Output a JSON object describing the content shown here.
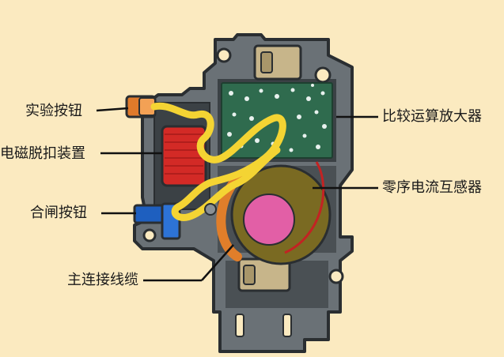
{
  "labels": {
    "test_button": "实验按钮",
    "em_release": "电磁脱扣装置",
    "close_button": "合闸按钮",
    "main_cable": "主连接线缆",
    "comparator_amp": "比较运算放大器",
    "zero_seq_ct": "零序电流互感器"
  },
  "colors": {
    "background": "#fbeac0",
    "housing": "#6a7176",
    "housing_outline": "#2a2e31",
    "housing_inner": "#3b4145",
    "pcb": "#2f6b4e",
    "pcb_dots": "#e8f1ee",
    "coil": "#d32a26",
    "test_button": "#e07a2a",
    "close_button": "#1e5fbf",
    "wire": "#f4d433",
    "ct_ring": "#7a6a22",
    "ct_inner": "#e25fa6",
    "orange_wire": "#e07e2a",
    "screw_block": "#c7b58a"
  }
}
